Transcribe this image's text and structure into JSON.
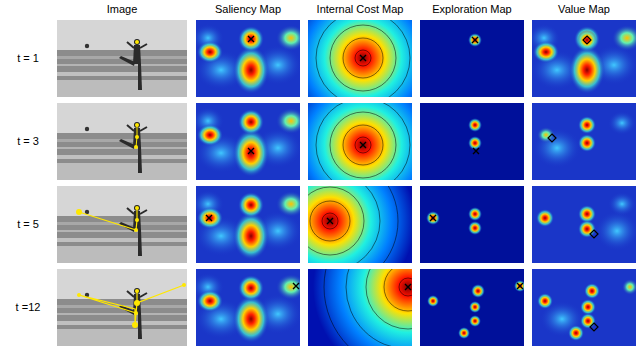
{
  "diagram": {
    "labels": [
      "Image",
      "Saliency Map",
      "Internal Cost Map",
      "Exploration Map",
      "Value Map",
      "t = 1",
      "t = 3",
      "t = 5",
      "t =12"
    ]
  }
}
